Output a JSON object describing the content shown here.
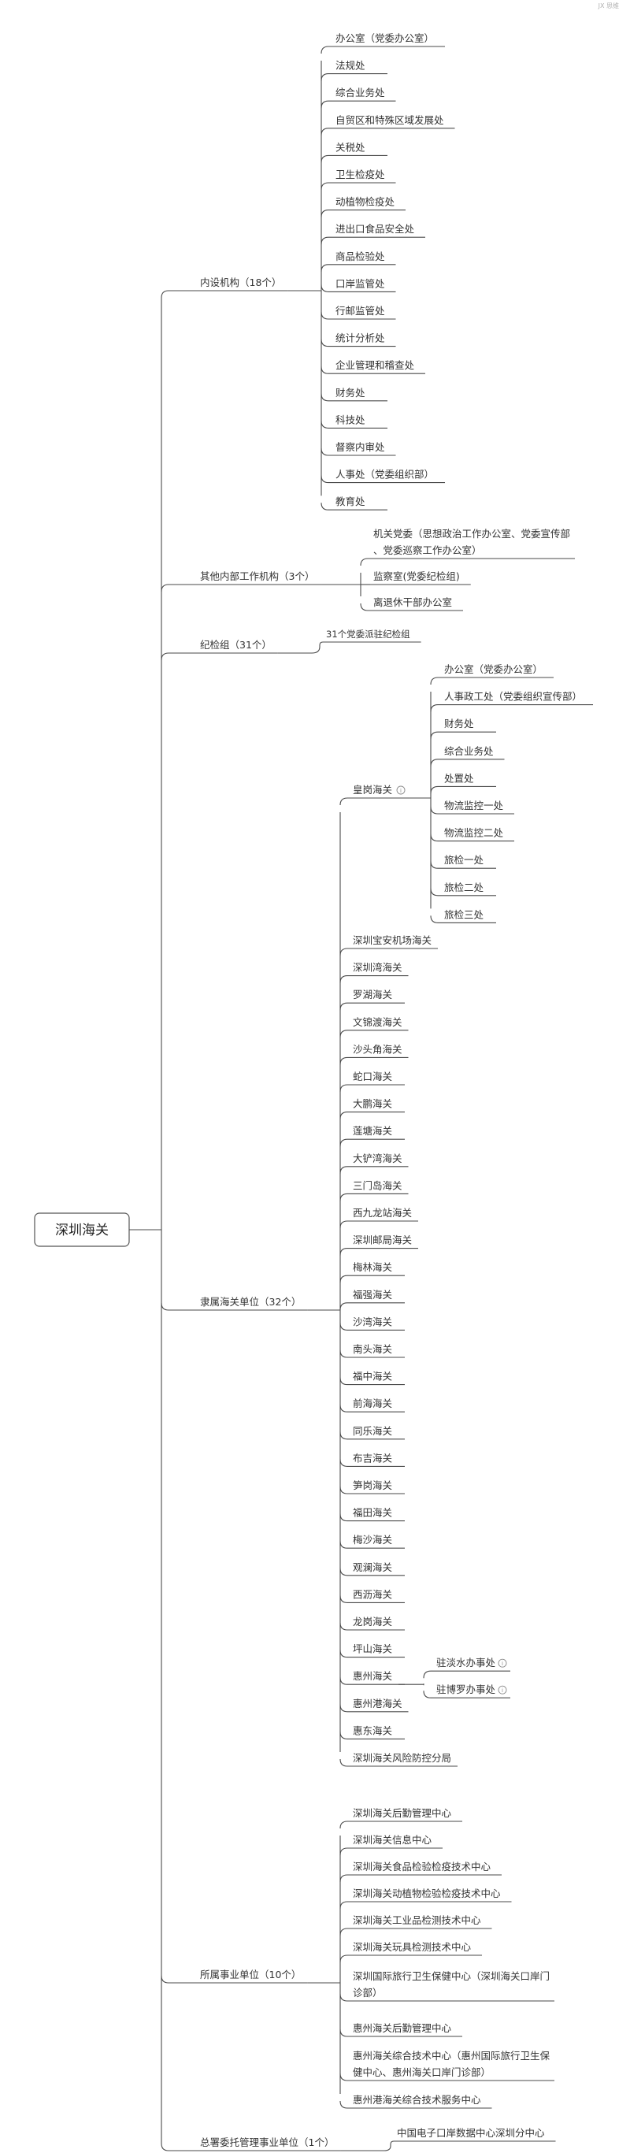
{
  "corner_mark": "JX 思维",
  "root": {
    "label": "深圳海关"
  },
  "branches": [
    {
      "label": "内设机构（18个）",
      "children": [
        {
          "label": "办公室（党委办公室）"
        },
        {
          "label": "法规处"
        },
        {
          "label": "综合业务处"
        },
        {
          "label": "自贸区和特殊区域发展处"
        },
        {
          "label": "关税处"
        },
        {
          "label": "卫生检疫处"
        },
        {
          "label": "动植物检疫处"
        },
        {
          "label": "进出口食品安全处"
        },
        {
          "label": "商品检验处"
        },
        {
          "label": "口岸监管处"
        },
        {
          "label": "行邮监管处"
        },
        {
          "label": "统计分析处"
        },
        {
          "label": "企业管理和稽查处"
        },
        {
          "label": "财务处"
        },
        {
          "label": "科技处"
        },
        {
          "label": "督察内审处"
        },
        {
          "label": "人事处（党委组织部）"
        },
        {
          "label": "教育处"
        }
      ]
    },
    {
      "label": "其他内部工作机构（3个）",
      "children": [
        {
          "label": "机关党委（思想政治工作办公室、党委宣传部、党委巡察工作办公室）",
          "lines": [
            "机关党委（思想政治工作办公室、党委宣传部",
            "、党委巡察工作办公室）"
          ]
        },
        {
          "label": "监察室(党委纪检组)"
        },
        {
          "label": "离退休干部办公室"
        }
      ]
    },
    {
      "label": "纪检组（31个）",
      "children": [
        {
          "label": "31个党委派驻纪检组"
        }
      ]
    },
    {
      "label": "隶属海关单位（32个）",
      "children": [
        {
          "label": "皇岗海关",
          "icon": "info-icon",
          "children": [
            {
              "label": "办公室（党委办公室）"
            },
            {
              "label": "人事政工处（党委组织宣传部）"
            },
            {
              "label": "财务处"
            },
            {
              "label": "综合业务处"
            },
            {
              "label": "处置处"
            },
            {
              "label": "物流监控一处"
            },
            {
              "label": "物流监控二处"
            },
            {
              "label": "旅检一处"
            },
            {
              "label": "旅检二处"
            },
            {
              "label": "旅检三处"
            }
          ]
        },
        {
          "label": "深圳宝安机场海关"
        },
        {
          "label": "深圳湾海关"
        },
        {
          "label": "罗湖海关"
        },
        {
          "label": "文锦渡海关"
        },
        {
          "label": "沙头角海关"
        },
        {
          "label": "蛇口海关"
        },
        {
          "label": "大鹏海关"
        },
        {
          "label": "莲塘海关"
        },
        {
          "label": "大铲湾海关"
        },
        {
          "label": "三门岛海关"
        },
        {
          "label": "西九龙站海关"
        },
        {
          "label": "深圳邮局海关"
        },
        {
          "label": "梅林海关"
        },
        {
          "label": "福强海关"
        },
        {
          "label": "沙湾海关"
        },
        {
          "label": "南头海关"
        },
        {
          "label": "福中海关"
        },
        {
          "label": "前海海关"
        },
        {
          "label": "同乐海关"
        },
        {
          "label": "布吉海关"
        },
        {
          "label": "笋岗海关"
        },
        {
          "label": "福田海关"
        },
        {
          "label": "梅沙海关"
        },
        {
          "label": "观澜海关"
        },
        {
          "label": "西沥海关"
        },
        {
          "label": "龙岗海关"
        },
        {
          "label": "坪山海关"
        },
        {
          "label": "惠州海关",
          "children": [
            {
              "label": "驻淡水办事处",
              "icon": "info-icon"
            },
            {
              "label": "驻博罗办事处",
              "icon": "info-icon"
            }
          ]
        },
        {
          "label": "惠州港海关"
        },
        {
          "label": "惠东海关"
        },
        {
          "label": "深圳海关风险防控分局"
        }
      ]
    },
    {
      "label": "所属事业单位（10个）",
      "children": [
        {
          "label": "深圳海关后勤管理中心"
        },
        {
          "label": "深圳海关信息中心"
        },
        {
          "label": "深圳海关食品检验检疫技术中心"
        },
        {
          "label": "深圳海关动植物检验检疫技术中心"
        },
        {
          "label": "深圳海关工业品检测技术中心"
        },
        {
          "label": "深圳海关玩具检测技术中心"
        },
        {
          "label": "深圳国际旅行卫生保健中心（深圳海关口岸门诊部）",
          "lines": [
            "深圳国际旅行卫生保健中心（深圳海关口岸门",
            "诊部）"
          ]
        },
        {
          "label": "惠州海关后勤管理中心"
        },
        {
          "label": "惠州海关综合技术中心（惠州国际旅行卫生保健中心、惠州海关口岸门诊部）",
          "lines": [
            "惠州海关综合技术中心（惠州国际旅行卫生保",
            "健中心、惠州海关口岸门诊部）"
          ]
        },
        {
          "label": "惠州港海关综合技术服务中心"
        }
      ]
    },
    {
      "label": "总署委托管理事业单位（1个）",
      "children": [
        {
          "label": "中国电子口岸数据中心深圳分中心"
        }
      ]
    }
  ]
}
